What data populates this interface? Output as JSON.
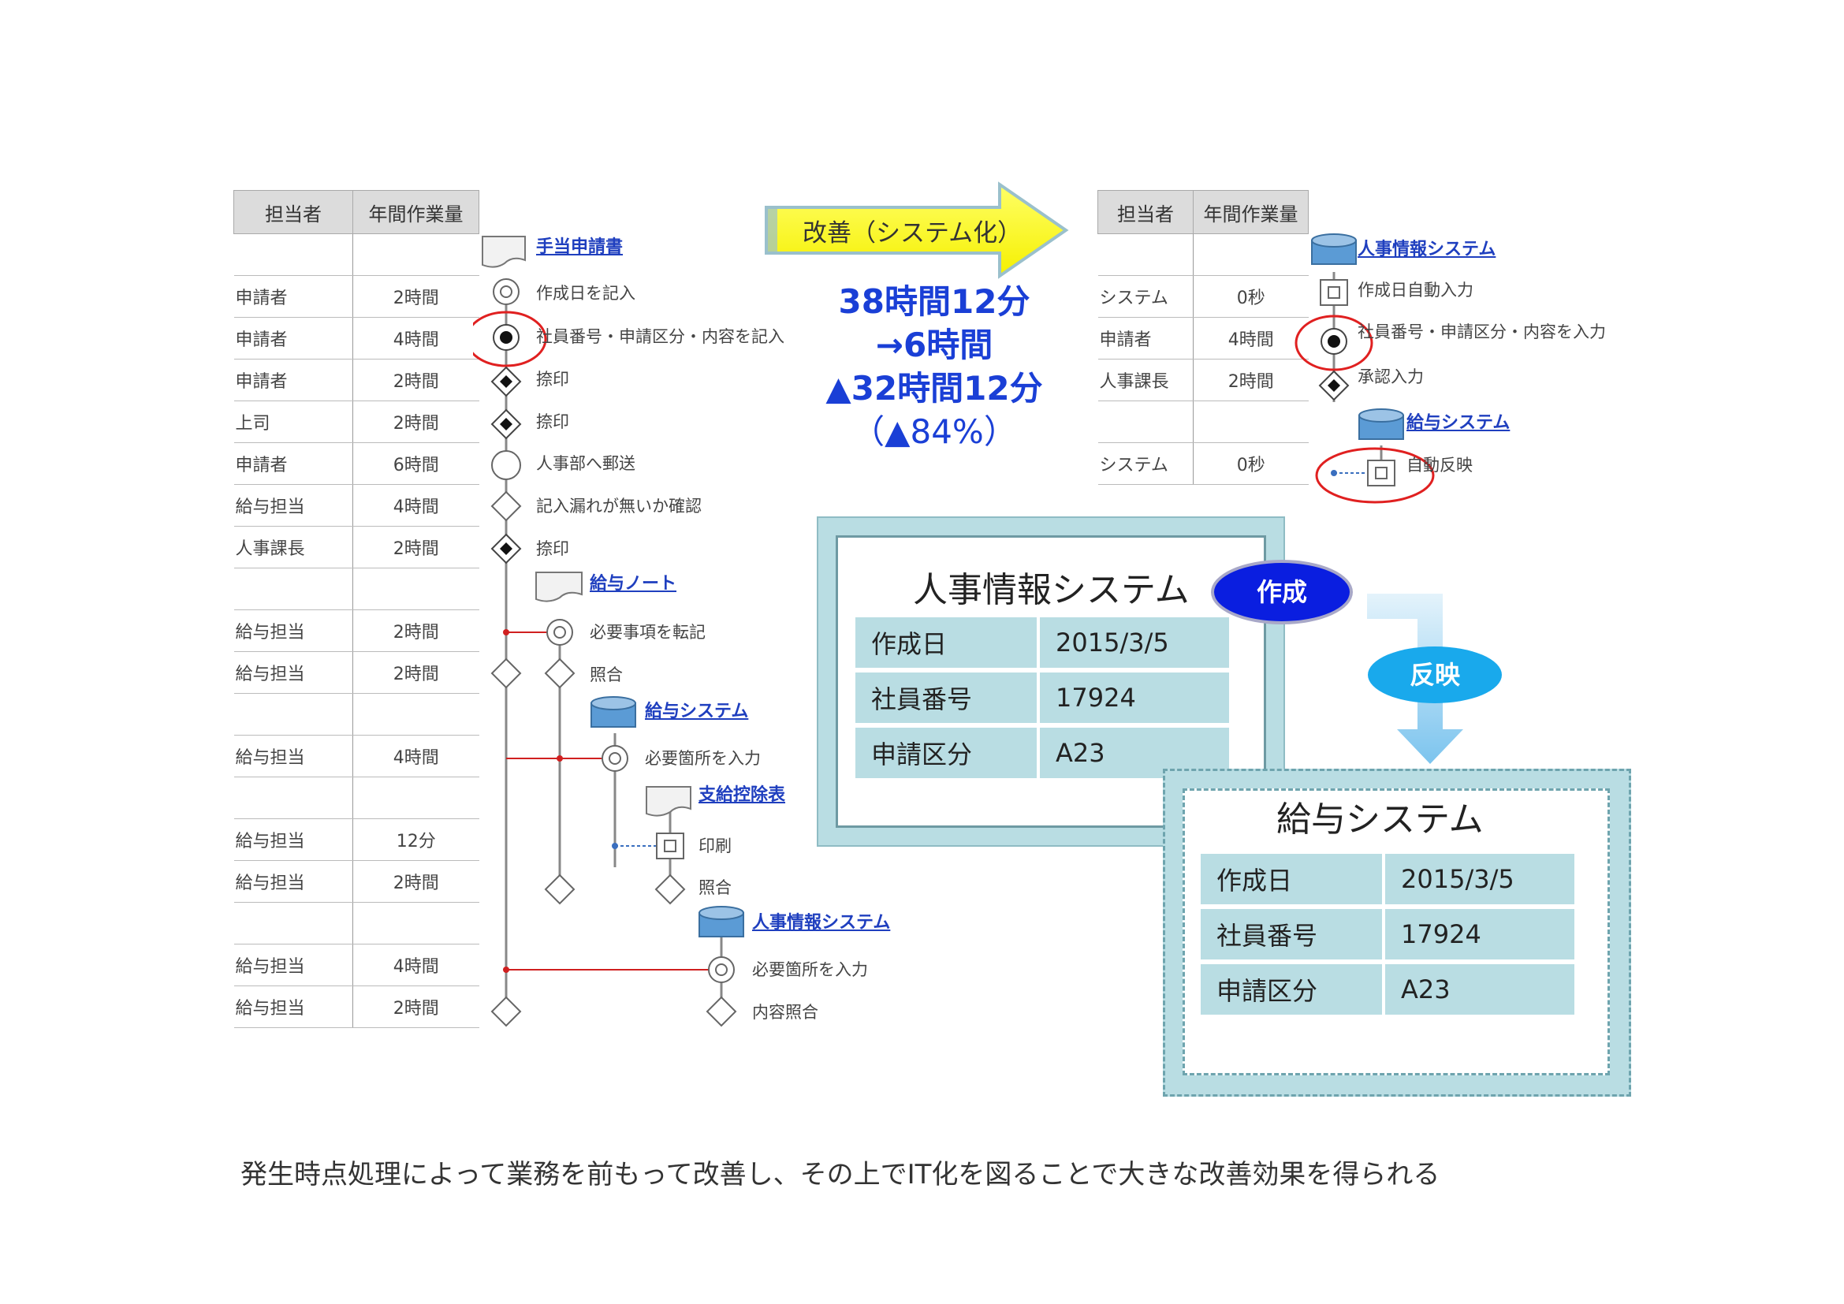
{
  "left_table": {
    "headers": [
      "担当者",
      "年間作業量"
    ],
    "rows": [
      {
        "who": "",
        "time": ""
      },
      {
        "who": "申請者",
        "time": "2時間"
      },
      {
        "who": "申請者",
        "time": "4時間"
      },
      {
        "who": "申請者",
        "time": "2時間"
      },
      {
        "who": "上司",
        "time": "2時間"
      },
      {
        "who": "申請者",
        "time": "6時間"
      },
      {
        "who": "給与担当",
        "time": "4時間"
      },
      {
        "who": "人事課長",
        "time": "2時間"
      },
      {
        "who": "",
        "time": ""
      },
      {
        "who": "給与担当",
        "time": "2時間"
      },
      {
        "who": "給与担当",
        "time": "2時間"
      },
      {
        "who": "",
        "time": ""
      },
      {
        "who": "給与担当",
        "time": "4時間"
      },
      {
        "who": "",
        "time": ""
      },
      {
        "who": "給与担当",
        "time": "12分"
      },
      {
        "who": "給与担当",
        "time": "2時間"
      },
      {
        "who": "",
        "time": ""
      },
      {
        "who": "給与担当",
        "time": "4時間"
      },
      {
        "who": "給与担当",
        "time": "2時間"
      }
    ]
  },
  "left_flow": {
    "doc_teate": "手当申請書",
    "s1": "作成日を記入",
    "s2": "社員番号・申請区分・内容を記入",
    "s3": "捺印",
    "s4": "捺印",
    "s5": "人事部へ郵送",
    "s6": "記入漏れが無いか確認",
    "s7": "捺印",
    "doc_note": "給与ノート",
    "s8": "必要事項を転記",
    "s9": "照合",
    "doc_kyuyo": "給与システム",
    "s10": "必要箇所を入力",
    "doc_shikyu": "支給控除表",
    "s11": "印刷",
    "s12": "照合",
    "doc_jinji": "人事情報システム",
    "s13": "必要箇所を入力",
    "s14": "内容照合"
  },
  "arrow_label": "改善（システム化）",
  "summary": {
    "line1": "38時間12分",
    "line2": "→6時間",
    "line3": "▲32時間12分",
    "line4": "（▲84%）"
  },
  "right_table": {
    "headers": [
      "担当者",
      "年間作業量"
    ],
    "rows": [
      {
        "who": "",
        "time": ""
      },
      {
        "who": "システム",
        "time": "0秒"
      },
      {
        "who": "申請者",
        "time": "4時間"
      },
      {
        "who": "人事課長",
        "time": "2時間"
      },
      {
        "who": "",
        "time": ""
      },
      {
        "who": "システム",
        "time": "0秒"
      }
    ]
  },
  "right_flow": {
    "doc_jinji": "人事情報システム",
    "s1": "作成日自動入力",
    "s2": "社員番号・申請区分・内容を入力",
    "s3": "承認入力",
    "doc_kyuyo": "給与システム",
    "s4": "自動反映"
  },
  "box_jinji": {
    "title": "人事情報システム",
    "rows": [
      {
        "k": "作成日",
        "v": "2015/3/5"
      },
      {
        "k": "社員番号",
        "v": "17924"
      },
      {
        "k": "申請区分",
        "v": "A23"
      }
    ]
  },
  "box_kyuyo": {
    "title": "給与システム",
    "rows": [
      {
        "k": "作成日",
        "v": "2015/3/5"
      },
      {
        "k": "社員番号",
        "v": "17924"
      },
      {
        "k": "申請区分",
        "v": "A23"
      }
    ]
  },
  "pill_create": "作成",
  "pill_reflect": "反映",
  "caption": "発生時点処理によって業務を前もって改善し、その上でIT化を図ることで大きな改善効果を得られる",
  "colors": {
    "arrow_fill": "#ffff22",
    "summary_text": "#1a3fd6",
    "link_text": "#1f3fbf",
    "panel_fill": "#b9dde3",
    "pill_create": "#0a1ee0",
    "pill_reflect": "#19a9ec",
    "highlight_circle": "#e02020"
  }
}
